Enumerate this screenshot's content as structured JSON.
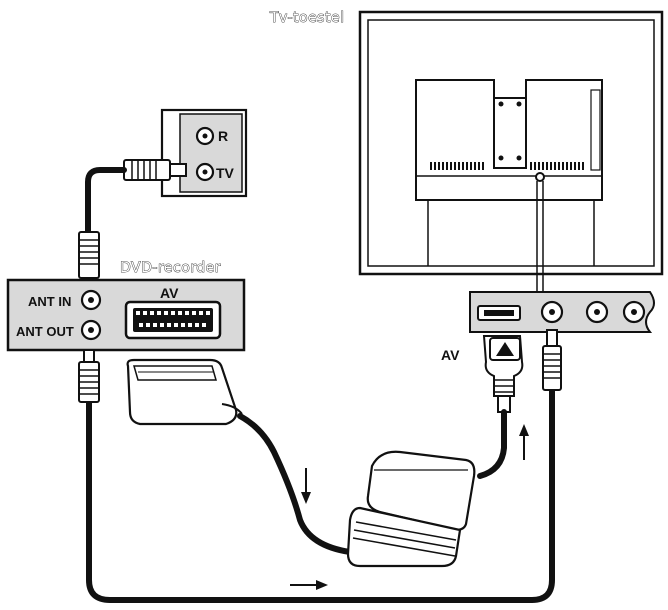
{
  "labels": {
    "tv": "Tv-toestel",
    "dvd_recorder": "DVD-recorder",
    "wall_r": "R",
    "wall_tv": "TV",
    "ant_in": "ANT IN",
    "ant_out": "ANT OUT",
    "dvd_av": "AV",
    "tv_av": "AV"
  },
  "colors": {
    "line": "#111111",
    "panel_gray": "#d9d9d9",
    "background": "#ffffff"
  }
}
